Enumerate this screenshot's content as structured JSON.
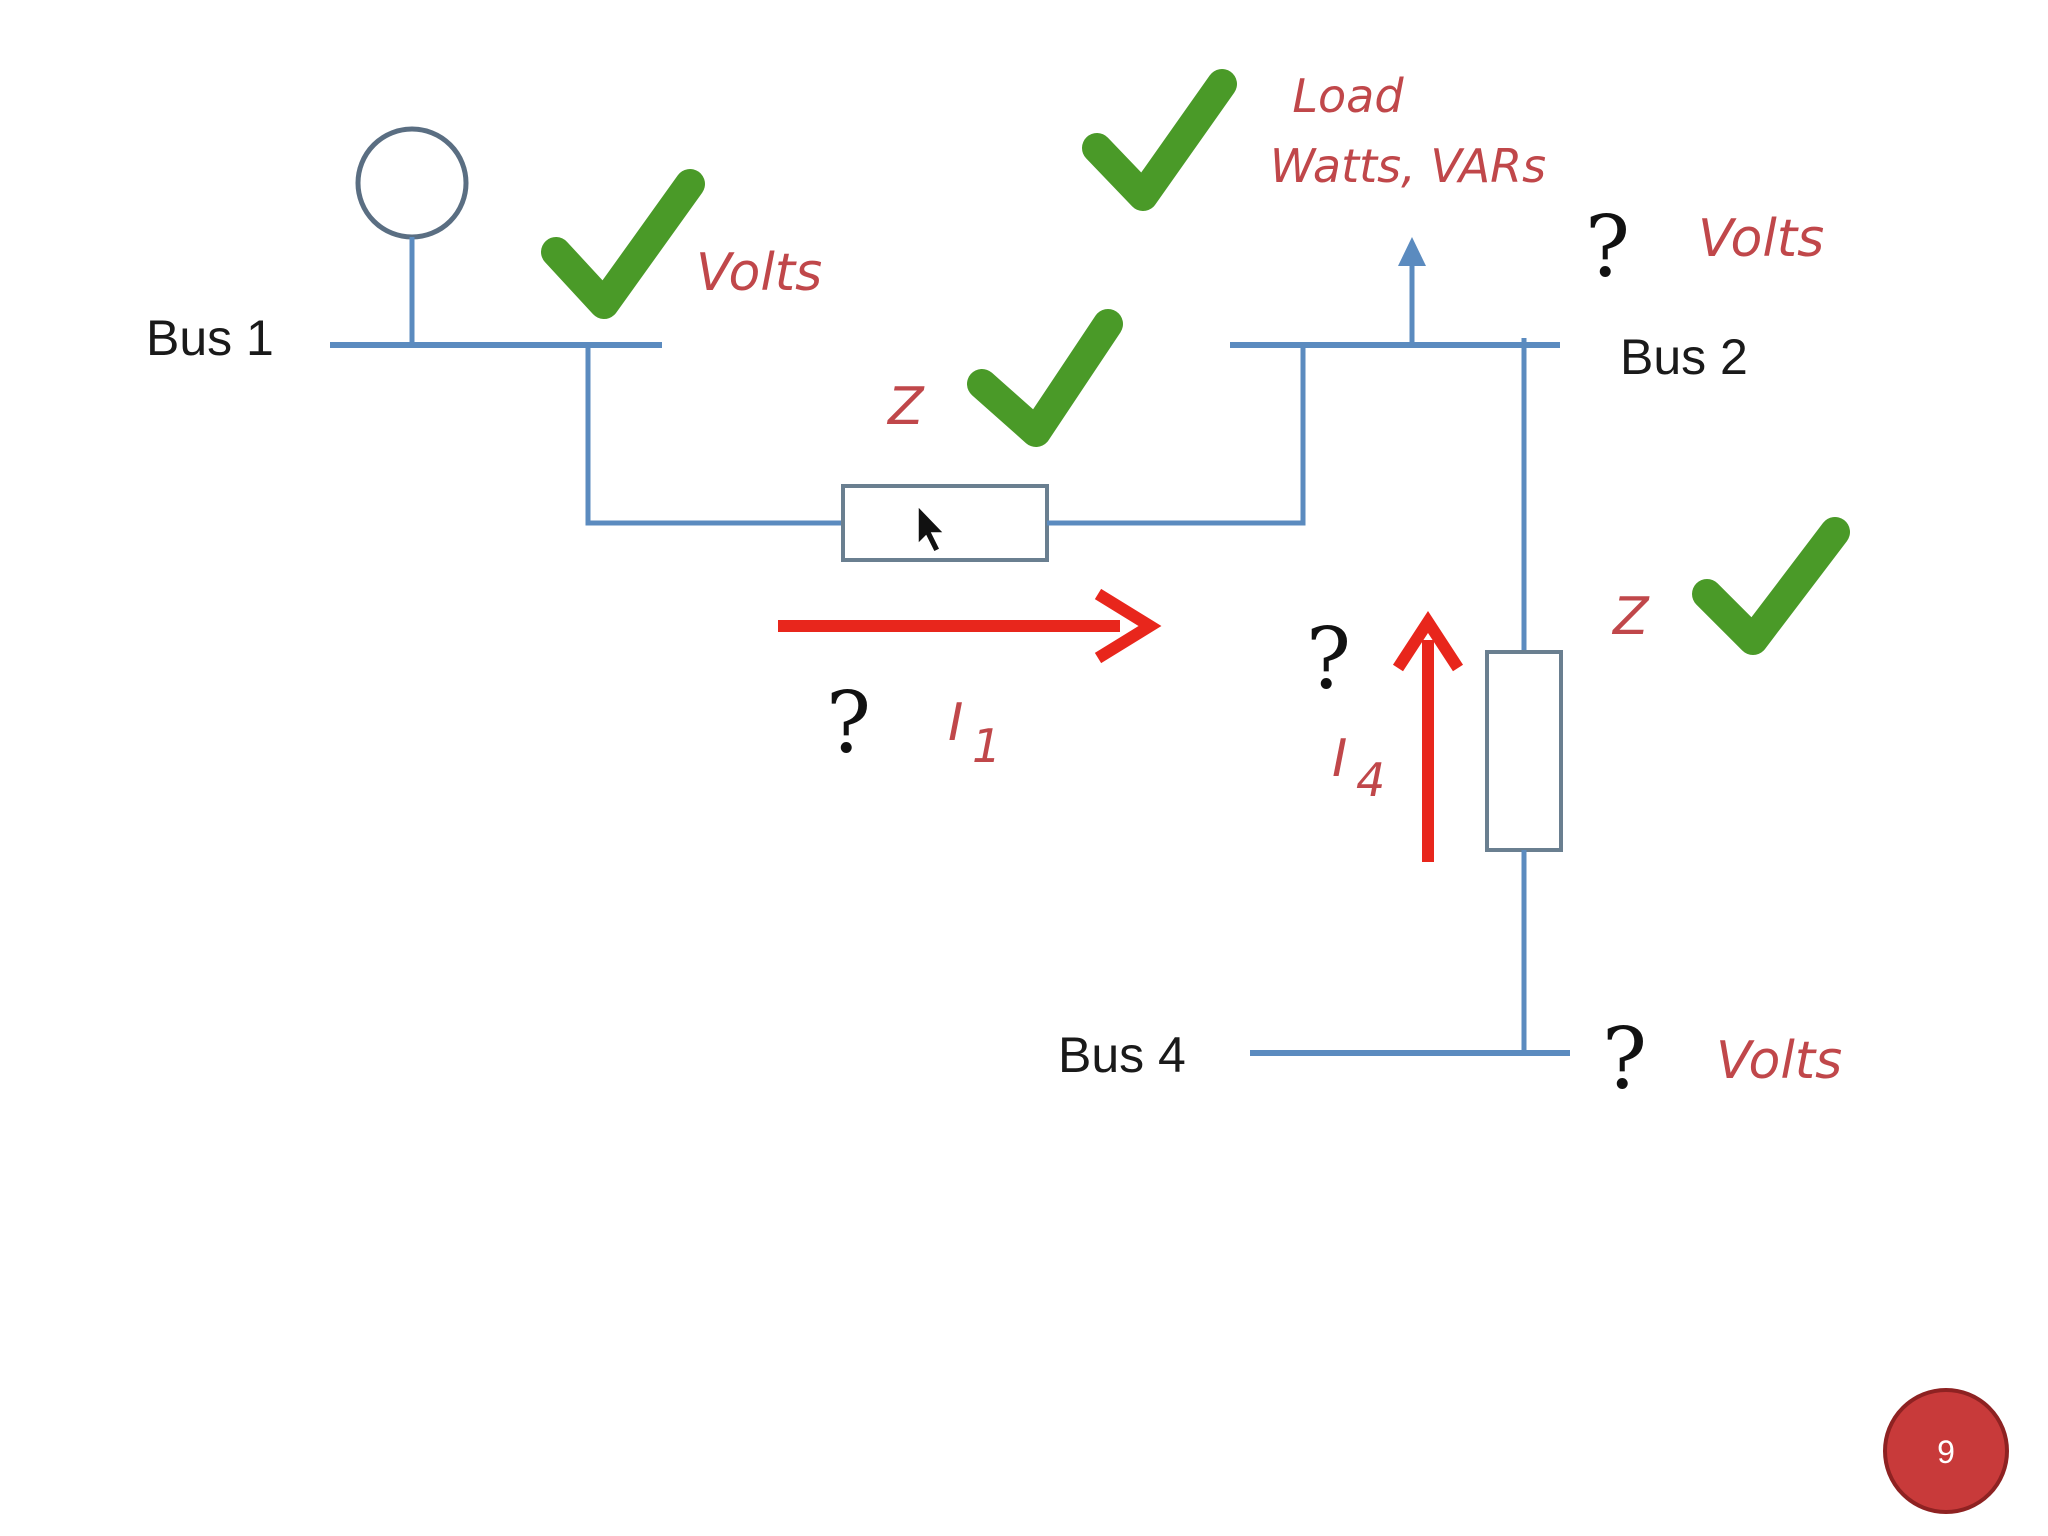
{
  "buses": {
    "bus1": "Bus 1",
    "bus2": "Bus 2",
    "bus4": "Bus 4"
  },
  "labels": {
    "volts_bus1": "Volts",
    "volts_bus2": "Volts",
    "volts_bus4": "Volts",
    "load_line1": "Load",
    "load_line2": "Watts, VARs",
    "impedance_1": "Z",
    "impedance_2": "Z",
    "current_1": "I",
    "current_1_sub": "1",
    "current_4": "I",
    "current_4_sub": "4"
  },
  "unknowns": {
    "volts_bus2": "?",
    "current_1": "?",
    "current_4": "?",
    "volts_bus4": "?"
  },
  "page_number": "9",
  "colors": {
    "line": "#5b8bbf",
    "arrow": "#e8261c",
    "check": "#4a9a28",
    "label": "#c0474a",
    "badge": "#c83a3a"
  }
}
